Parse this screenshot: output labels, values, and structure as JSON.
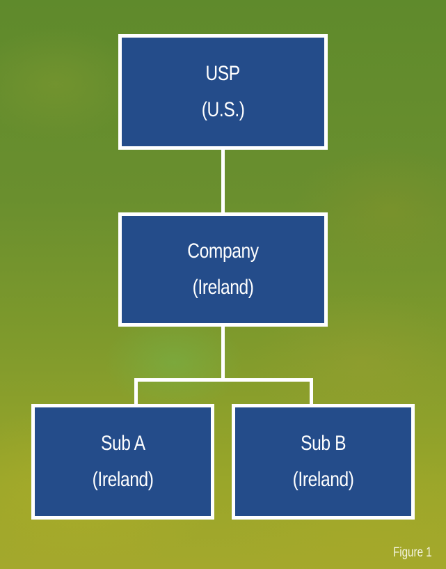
{
  "diagram": {
    "type": "organization-chart",
    "nodes": [
      {
        "id": "usp",
        "line1": "USP",
        "line2": "(U.S.)"
      },
      {
        "id": "company",
        "line1": "Company",
        "line2": "(Ireland)"
      },
      {
        "id": "sub_a",
        "line1": "Sub A",
        "line2": "(Ireland)"
      },
      {
        "id": "sub_b",
        "line1": "Sub B",
        "line2": "(Ireland)"
      }
    ],
    "edges": [
      {
        "from": "usp",
        "to": "company"
      },
      {
        "from": "company",
        "to": "sub_a"
      },
      {
        "from": "company",
        "to": "sub_b"
      }
    ],
    "caption": "Figure 1"
  },
  "colors": {
    "box_fill": "#244c8a",
    "box_border": "#ffffff",
    "connector": "#ffffff",
    "text": "#ffffff",
    "background": "#6f922e"
  }
}
